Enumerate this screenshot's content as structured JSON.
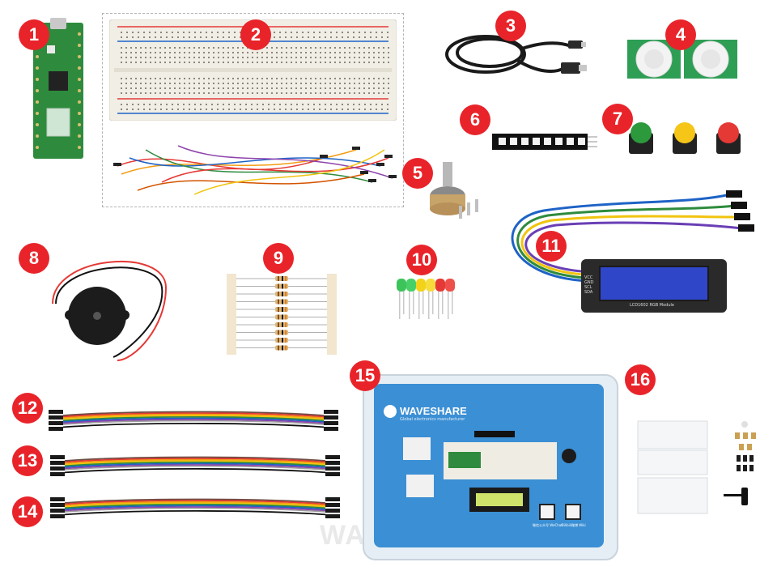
{
  "badges": [
    "1",
    "2",
    "3",
    "4",
    "5",
    "6",
    "7",
    "8",
    "9",
    "10",
    "11",
    "12",
    "13",
    "14",
    "15",
    "16"
  ],
  "watermark": "WAVESHARE",
  "lcd": {
    "pins": [
      "VCC",
      "GND",
      "SCL",
      "SDA"
    ],
    "caption": "LCD1602 RGB Module"
  },
  "case": {
    "logo_text": "WAVESHARE",
    "logo_sub": "Global electronics manufacturer",
    "qr_labels": [
      "微信公众号 WeChat",
      "Bilibili微博 Wiki"
    ]
  },
  "colors": {
    "badge": "#e8242a",
    "pcb": "#2e8b3d",
    "lcd_screen": "#2f46c8",
    "case": "#3b8fd4"
  }
}
